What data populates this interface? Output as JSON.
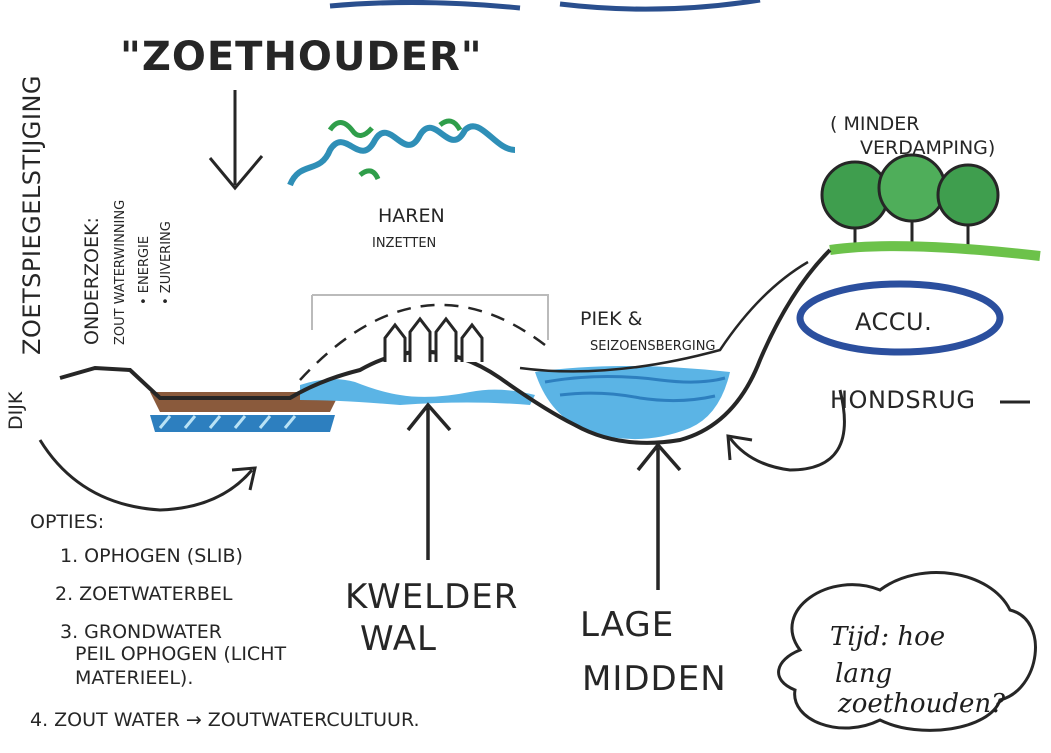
{
  "title": "\"ZOETHOUDER\"",
  "labels": {
    "zoetwaterspiegel": "ZOETSPIEGELSTIJGING",
    "onderzoek": "ONDERZOEK:",
    "zoutwaterwinning": "ZOUT WATERWINNING",
    "energie": "• ENERGIE",
    "zuivering": "• ZUIVERING",
    "minder_verdamping": [
      "( MINDER",
      "VERDAMPING)"
    ],
    "haren_inzetten": [
      "HAREN",
      "INZETTEN"
    ],
    "accu": "ACCU.",
    "hondsrug": "HONDSRUG",
    "piek_seizoensberging": [
      "PIEK &",
      "SEIZOENSBERGING"
    ],
    "kwelder_wal": [
      "KWELDER",
      "WAL"
    ],
    "lage_midden": [
      "LAGE",
      "MIDDEN"
    ],
    "dijk": "DIJK"
  },
  "options": {
    "heading": "OPTIES:",
    "items": [
      "1. OPHOGEN (SLIB)",
      "2. ZOETWATERBEL",
      "3. GRONDWATER",
      "PEIL OPHOGEN (LICHT",
      "MATERIEEL).",
      "4. ZOUT WATER → ZOUTWATERCULTUUR."
    ]
  },
  "bubble_note": [
    "Tijd: hoe",
    "lang",
    "zoethouden?"
  ],
  "colors": {
    "ink": "#262626",
    "water_light": "#5bb4e5",
    "water_dark": "#2d7fbf",
    "sediment": "#8a5a3c",
    "tree_green": "#3f9e4e",
    "accu_blue": "#2b4f9e",
    "grass_green": "#6cc24a"
  }
}
